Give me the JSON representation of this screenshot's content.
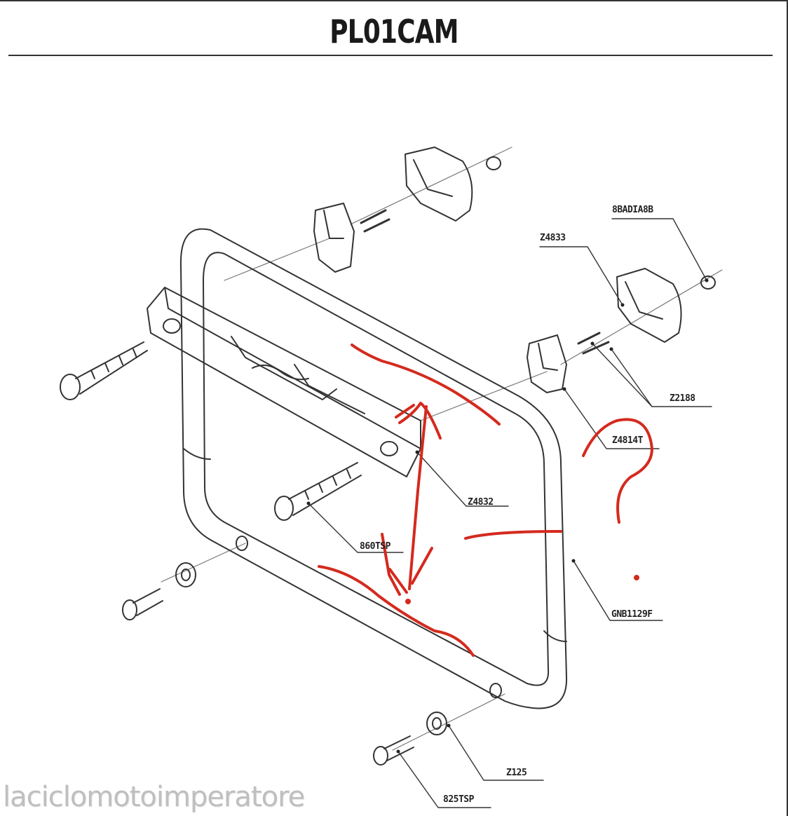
{
  "title": "PL01CAM",
  "watermark": "laciclomotoimperatore",
  "parts": {
    "p1": "8BADIA8B",
    "p2": "Z4833",
    "p3": "Z2188",
    "p4": "Z4814T",
    "p5": "Z4832",
    "p6": "860TSP",
    "p7": "GNB1129F",
    "p8": "Z125",
    "p9": "825TSP"
  },
  "colors": {
    "line": "#333333",
    "annotation": "#d42a1e"
  }
}
